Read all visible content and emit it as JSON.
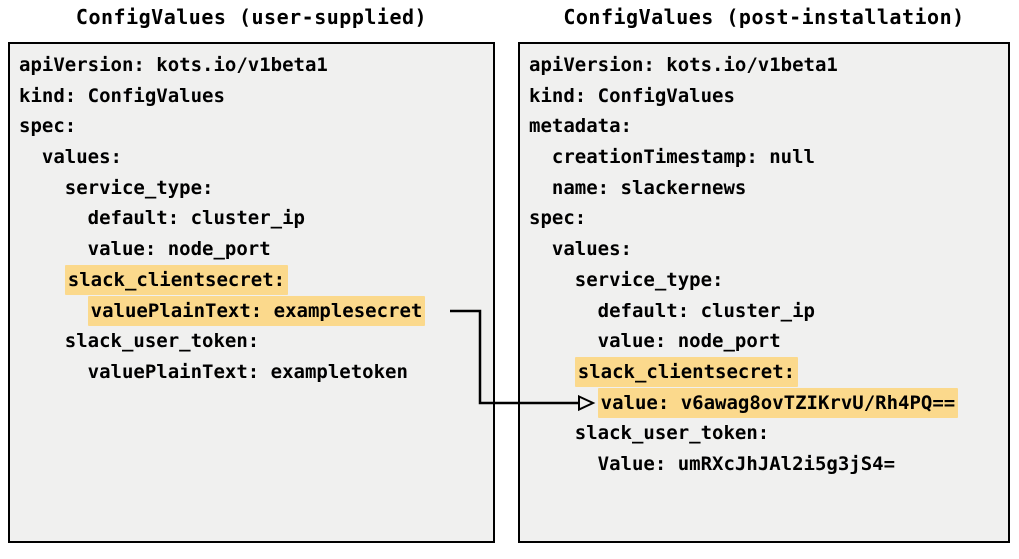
{
  "colors": {
    "page_background": "#ffffff",
    "panel_background": "#f0f0ef",
    "panel_border": "#000000",
    "highlight": "#fbd98c",
    "text": "#000000",
    "arrow": "#000000"
  },
  "left_panel": {
    "title": "ConfigValues (user-supplied)",
    "lines": [
      {
        "indent": "",
        "text": "apiVersion: kots.io/v1beta1",
        "highlight": false
      },
      {
        "indent": "",
        "text": "kind: ConfigValues",
        "highlight": false
      },
      {
        "indent": "",
        "text": "spec:",
        "highlight": false
      },
      {
        "indent": "  ",
        "text": "values:",
        "highlight": false
      },
      {
        "indent": "    ",
        "text": "service_type:",
        "highlight": false
      },
      {
        "indent": "      ",
        "text": "default: cluster_ip",
        "highlight": false
      },
      {
        "indent": "      ",
        "text": "value: node_port",
        "highlight": false
      },
      {
        "indent": "    ",
        "text": "slack_clientsecret:",
        "highlight": true
      },
      {
        "indent": "      ",
        "text": "valuePlainText: examplesecret",
        "highlight": true
      },
      {
        "indent": "    ",
        "text": "slack_user_token:",
        "highlight": false
      },
      {
        "indent": "      ",
        "text": "valuePlainText: exampletoken",
        "highlight": false
      }
    ]
  },
  "right_panel": {
    "title": "ConfigValues (post-installation)",
    "lines": [
      {
        "indent": "",
        "text": "apiVersion: kots.io/v1beta1",
        "highlight": false
      },
      {
        "indent": "",
        "text": "kind: ConfigValues",
        "highlight": false
      },
      {
        "indent": "",
        "text": "metadata:",
        "highlight": false
      },
      {
        "indent": "  ",
        "text": "creationTimestamp: null",
        "highlight": false
      },
      {
        "indent": "  ",
        "text": "name: slackernews",
        "highlight": false
      },
      {
        "indent": "",
        "text": "spec:",
        "highlight": false
      },
      {
        "indent": "  ",
        "text": "values:",
        "highlight": false
      },
      {
        "indent": "    ",
        "text": "service_type:",
        "highlight": false
      },
      {
        "indent": "      ",
        "text": "default: cluster_ip",
        "highlight": false
      },
      {
        "indent": "      ",
        "text": "value: node_port",
        "highlight": false
      },
      {
        "indent": "    ",
        "text": "slack_clientsecret:",
        "highlight": true
      },
      {
        "indent": "      ",
        "text": "value: v6awag8ovTZIKrvU/Rh4PQ==",
        "highlight": true
      },
      {
        "indent": "    ",
        "text": "slack_user_token:",
        "highlight": false
      },
      {
        "indent": "      ",
        "text": "Value: umRXcJhJAl2i5g3jS4=",
        "highlight": false
      }
    ]
  },
  "arrow": {
    "connects_from": "valuePlainText: examplesecret",
    "connects_to": "value: v6awag8ovTZIKrvU/Rh4PQ=="
  }
}
